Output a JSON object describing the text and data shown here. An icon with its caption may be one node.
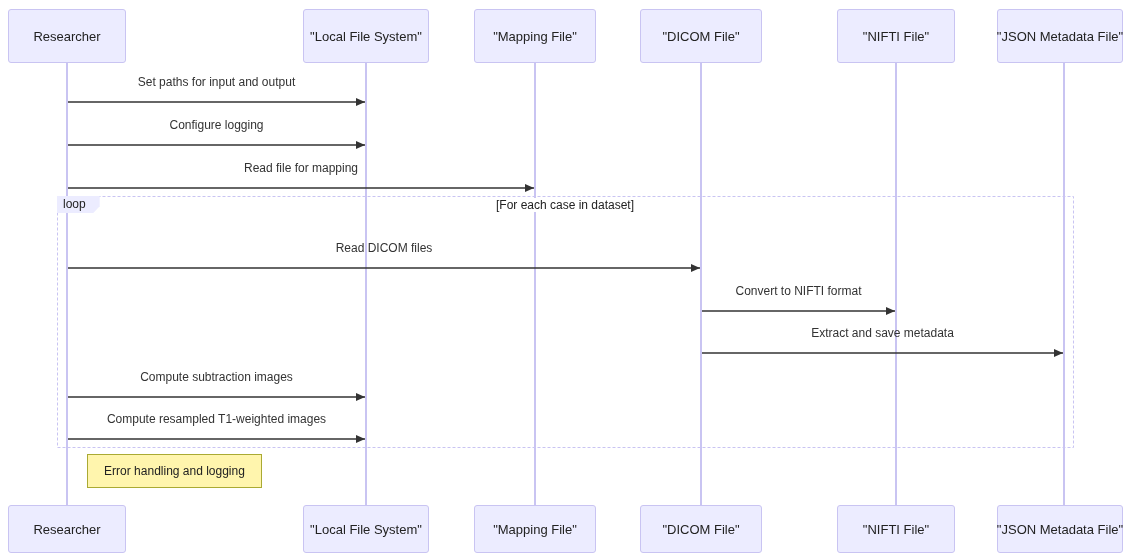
{
  "diagram": {
    "nodes": [
      {
        "text": [
          "Researcher"
        ]
      },
      {
        "text": [
          "\"Local File System\""
        ]
      },
      {
        "text": [
          "\"Mapping File\""
        ]
      },
      {
        "text": [
          "\"DICOM File\""
        ]
      },
      {
        "text": [
          "\"NIFTI File\""
        ]
      },
      {
        "text": [
          "\"JSON Metadata File\""
        ]
      },
      {
        "text": [],
        "shape": "bar"
      },
      {
        "text": [],
        "shape": "bar"
      },
      {
        "text": [],
        "shape": "bar"
      },
      {
        "text": [],
        "shape": "bar"
      },
      {
        "text": [],
        "shape": "bar"
      },
      {
        "text": [],
        "shape": "bar"
      },
      {
        "text": [
          "loop",
          "[For each case in dataset]"
        ]
      },
      {
        "text": [
          "Error handling and logging"
        ]
      },
      {
        "text": [
          "Researcher"
        ]
      },
      {
        "text": [
          "\"Local File System\""
        ]
      },
      {
        "text": [
          "\"Mapping File\""
        ]
      },
      {
        "text": [
          "\"DICOM File\""
        ]
      },
      {
        "text": [
          "\"NIFTI File\""
        ]
      },
      {
        "text": [
          "\"JSON Metadata File\""
        ]
      }
    ],
    "edges": [
      {
        "from": 6,
        "to": 7,
        "arrow": "to",
        "label": "Set paths for input and output"
      },
      {
        "from": 6,
        "to": 7,
        "arrow": "to",
        "label": "Configure logging"
      },
      {
        "from": 6,
        "to": 8,
        "arrow": "to",
        "label": "Read file for mapping"
      },
      {
        "from": 6,
        "to": 9,
        "arrow": "to",
        "label": "Read DICOM files"
      },
      {
        "from": 9,
        "to": 10,
        "arrow": "to",
        "label": "Convert to NIFTI format"
      },
      {
        "from": 9,
        "to": 11,
        "arrow": "to",
        "label": "Extract and save metadata"
      },
      {
        "from": 6,
        "to": 7,
        "arrow": "to",
        "label": "Compute subtraction images"
      },
      {
        "from": 6,
        "to": 7,
        "arrow": "to",
        "label": "Compute resampled T1-weighted images"
      }
    ]
  }
}
